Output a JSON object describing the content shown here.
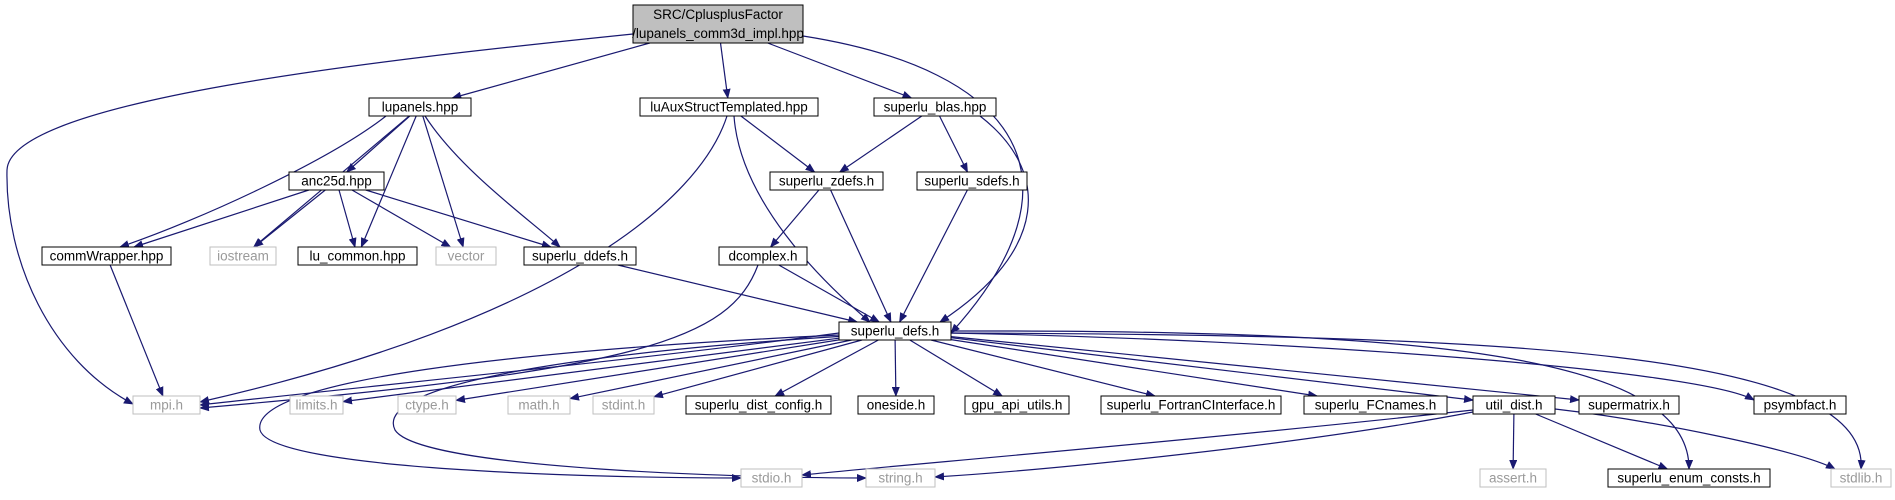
{
  "colors": {
    "edge": "#191970",
    "root_fill": "#bfbfbf",
    "root_border": "#000000",
    "internal_fill": "#ffffff",
    "internal_border": "#000000",
    "system_fill": "#ffffff",
    "system_border": "#bfbfbf",
    "internal_text": "#000000",
    "system_text": "#9a9a9a"
  },
  "nodes": [
    {
      "id": "root",
      "kind": "root",
      "lines": [
        "SRC/CplusplusFactor",
        "/lupanels_comm3d_impl.hpp"
      ]
    },
    {
      "id": "lupanels",
      "kind": "internal",
      "lines": [
        "lupanels.hpp"
      ]
    },
    {
      "id": "luaux",
      "kind": "internal",
      "lines": [
        "luAuxStructTemplated.hpp"
      ]
    },
    {
      "id": "blas",
      "kind": "internal",
      "lines": [
        "superlu_blas.hpp"
      ]
    },
    {
      "id": "anc25d",
      "kind": "internal",
      "lines": [
        "anc25d.hpp"
      ]
    },
    {
      "id": "zdefs",
      "kind": "internal",
      "lines": [
        "superlu_zdefs.h"
      ]
    },
    {
      "id": "sdefs",
      "kind": "internal",
      "lines": [
        "superlu_sdefs.h"
      ]
    },
    {
      "id": "commwrap",
      "kind": "internal",
      "lines": [
        "commWrapper.hpp"
      ]
    },
    {
      "id": "iostream",
      "kind": "system",
      "lines": [
        "iostream"
      ]
    },
    {
      "id": "lucommon",
      "kind": "internal",
      "lines": [
        "lu_common.hpp"
      ]
    },
    {
      "id": "vector",
      "kind": "system",
      "lines": [
        "vector"
      ]
    },
    {
      "id": "ddefs",
      "kind": "internal",
      "lines": [
        "superlu_ddefs.h"
      ]
    },
    {
      "id": "dcomplex",
      "kind": "internal",
      "lines": [
        "dcomplex.h"
      ]
    },
    {
      "id": "defs",
      "kind": "internal",
      "lines": [
        "superlu_defs.h"
      ]
    },
    {
      "id": "mpi",
      "kind": "system",
      "lines": [
        "mpi.h"
      ]
    },
    {
      "id": "limits",
      "kind": "system",
      "lines": [
        "limits.h"
      ]
    },
    {
      "id": "ctype",
      "kind": "system",
      "lines": [
        "ctype.h"
      ]
    },
    {
      "id": "math",
      "kind": "system",
      "lines": [
        "math.h"
      ]
    },
    {
      "id": "stdint",
      "kind": "system",
      "lines": [
        "stdint.h"
      ]
    },
    {
      "id": "distconfig",
      "kind": "internal",
      "lines": [
        "superlu_dist_config.h"
      ]
    },
    {
      "id": "oneside",
      "kind": "internal",
      "lines": [
        "oneside.h"
      ]
    },
    {
      "id": "gpuapi",
      "kind": "internal",
      "lines": [
        "gpu_api_utils.h"
      ]
    },
    {
      "id": "fortran",
      "kind": "internal",
      "lines": [
        "superlu_FortranCInterface.h"
      ]
    },
    {
      "id": "fcnames",
      "kind": "internal",
      "lines": [
        "superlu_FCnames.h"
      ]
    },
    {
      "id": "utildist",
      "kind": "internal",
      "lines": [
        "util_dist.h"
      ]
    },
    {
      "id": "supermatrix",
      "kind": "internal",
      "lines": [
        "supermatrix.h"
      ]
    },
    {
      "id": "psymbfact",
      "kind": "internal",
      "lines": [
        "psymbfact.h"
      ]
    },
    {
      "id": "stdlib",
      "kind": "system",
      "lines": [
        "stdlib.h"
      ]
    },
    {
      "id": "stdio",
      "kind": "system",
      "lines": [
        "stdio.h"
      ]
    },
    {
      "id": "string",
      "kind": "system",
      "lines": [
        "string.h"
      ]
    },
    {
      "id": "assert",
      "kind": "system",
      "lines": [
        "assert.h"
      ]
    },
    {
      "id": "enumconsts",
      "kind": "internal",
      "lines": [
        "superlu_enum_consts.h"
      ]
    }
  ],
  "edges": [
    {
      "from": "root",
      "to": "mpi"
    },
    {
      "from": "root",
      "to": "lupanels"
    },
    {
      "from": "root",
      "to": "luaux"
    },
    {
      "from": "root",
      "to": "blas"
    },
    {
      "from": "root",
      "to": "defs"
    },
    {
      "from": "lupanels",
      "to": "anc25d"
    },
    {
      "from": "lupanels",
      "to": "commwrap"
    },
    {
      "from": "lupanels",
      "to": "iostream"
    },
    {
      "from": "lupanels",
      "to": "lucommon"
    },
    {
      "from": "lupanels",
      "to": "vector"
    },
    {
      "from": "lupanels",
      "to": "ddefs"
    },
    {
      "from": "anc25d",
      "to": "commwrap"
    },
    {
      "from": "anc25d",
      "to": "iostream"
    },
    {
      "from": "anc25d",
      "to": "lucommon"
    },
    {
      "from": "anc25d",
      "to": "vector"
    },
    {
      "from": "anc25d",
      "to": "ddefs"
    },
    {
      "from": "commwrap",
      "to": "mpi"
    },
    {
      "from": "luaux",
      "to": "mpi"
    },
    {
      "from": "luaux",
      "to": "zdefs"
    },
    {
      "from": "luaux",
      "to": "defs"
    },
    {
      "from": "blas",
      "to": "zdefs"
    },
    {
      "from": "blas",
      "to": "sdefs"
    },
    {
      "from": "blas",
      "to": "defs"
    },
    {
      "from": "zdefs",
      "to": "dcomplex"
    },
    {
      "from": "zdefs",
      "to": "defs"
    },
    {
      "from": "sdefs",
      "to": "defs"
    },
    {
      "from": "ddefs",
      "to": "defs"
    },
    {
      "from": "dcomplex",
      "to": "defs"
    },
    {
      "from": "dcomplex",
      "to": "mpi"
    },
    {
      "from": "defs",
      "to": "mpi"
    },
    {
      "from": "defs",
      "to": "limits"
    },
    {
      "from": "defs",
      "to": "ctype"
    },
    {
      "from": "defs",
      "to": "math"
    },
    {
      "from": "defs",
      "to": "stdint"
    },
    {
      "from": "defs",
      "to": "distconfig"
    },
    {
      "from": "defs",
      "to": "oneside"
    },
    {
      "from": "defs",
      "to": "gpuapi"
    },
    {
      "from": "defs",
      "to": "fortran"
    },
    {
      "from": "defs",
      "to": "fcnames"
    },
    {
      "from": "defs",
      "to": "utildist"
    },
    {
      "from": "defs",
      "to": "supermatrix"
    },
    {
      "from": "defs",
      "to": "psymbfact"
    },
    {
      "from": "defs",
      "to": "stdlib"
    },
    {
      "from": "defs",
      "to": "enumconsts"
    },
    {
      "from": "defs",
      "to": "stdio"
    },
    {
      "from": "defs",
      "to": "string"
    },
    {
      "from": "utildist",
      "to": "stdio"
    },
    {
      "from": "utildist",
      "to": "string"
    },
    {
      "from": "utildist",
      "to": "assert"
    },
    {
      "from": "utildist",
      "to": "enumconsts"
    },
    {
      "from": "utildist",
      "to": "stdlib"
    }
  ]
}
